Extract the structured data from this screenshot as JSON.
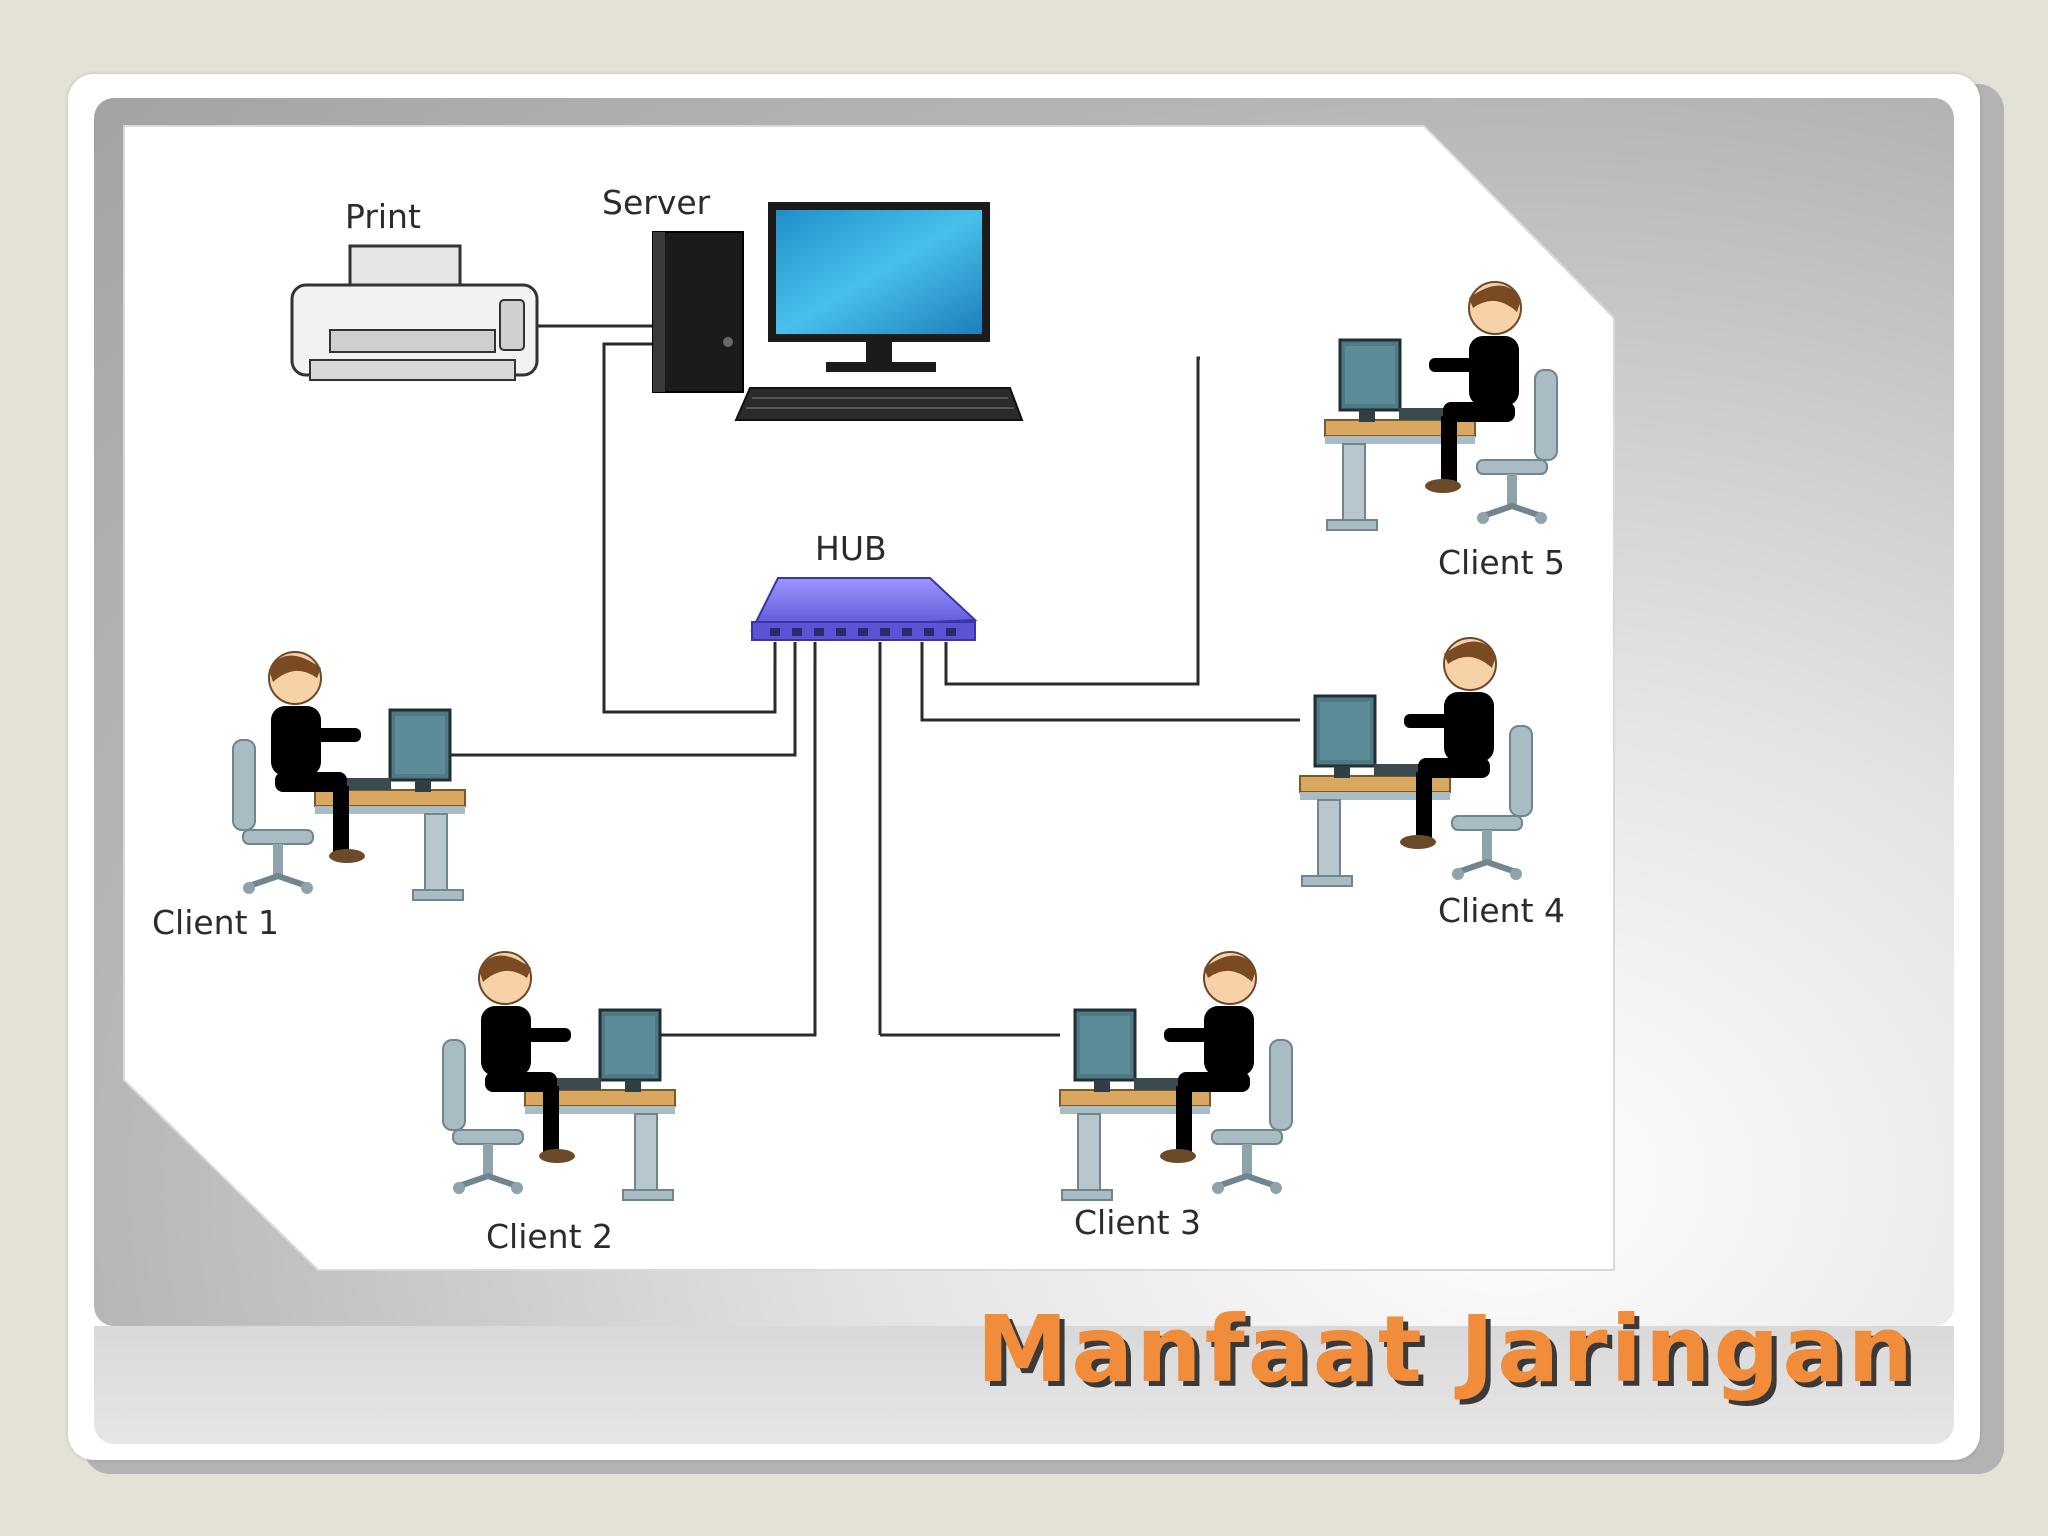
{
  "slide": {
    "title": "Manfaat Jaringan"
  },
  "diagram": {
    "nodes": {
      "printer": "Print",
      "server": "Server",
      "hub": "HUB",
      "client1": "Client 1",
      "client2": "Client 2",
      "client3": "Client 3",
      "client4": "Client 4",
      "client5": "Client 5"
    }
  },
  "colors": {
    "title": "#f08c3a",
    "title_shadow": "#3a3a3a",
    "hub": "#7b73e8",
    "monitor_screen": "#2aa5d8",
    "cable": "#2b2b2b",
    "desk": "#d9a75f",
    "chair": "#a9bcc4"
  }
}
